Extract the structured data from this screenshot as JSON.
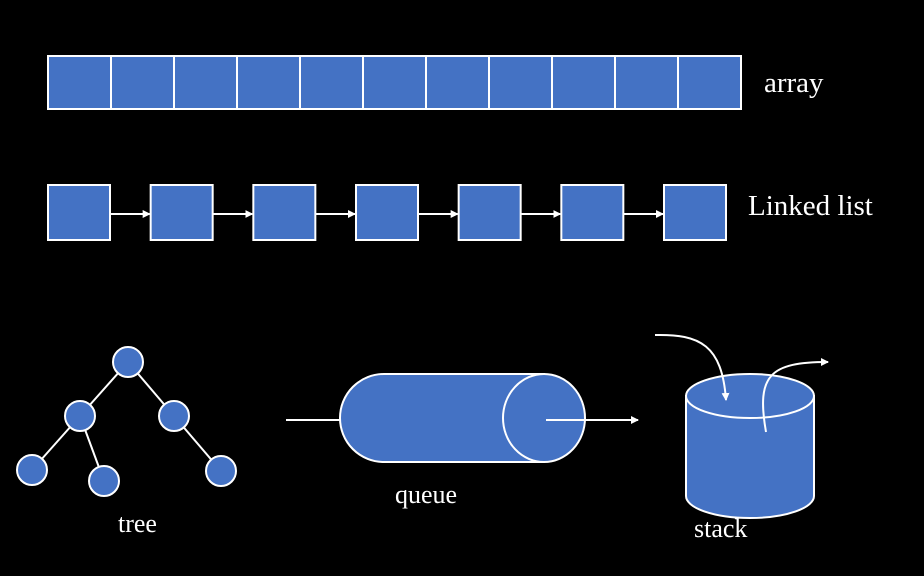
{
  "colors": {
    "background": "#000000",
    "node_fill": "#4472c4",
    "node_stroke": "#ffffff",
    "line": "#ffffff",
    "text": "#ffffff"
  },
  "labels": {
    "array": "array",
    "linked_list": "Linked list",
    "tree": "tree",
    "queue": "queue",
    "stack": "stack"
  },
  "diagram": {
    "array": {
      "cells": 11
    },
    "linked_list": {
      "nodes": 7
    },
    "tree": {
      "nodes": [
        "root",
        "left",
        "right",
        "left-left",
        "left-right",
        "right-right"
      ],
      "edges": [
        [
          "root",
          "left"
        ],
        [
          "root",
          "right"
        ],
        [
          "left",
          "left-left"
        ],
        [
          "left",
          "left-right"
        ],
        [
          "right",
          "right-right"
        ]
      ]
    }
  }
}
